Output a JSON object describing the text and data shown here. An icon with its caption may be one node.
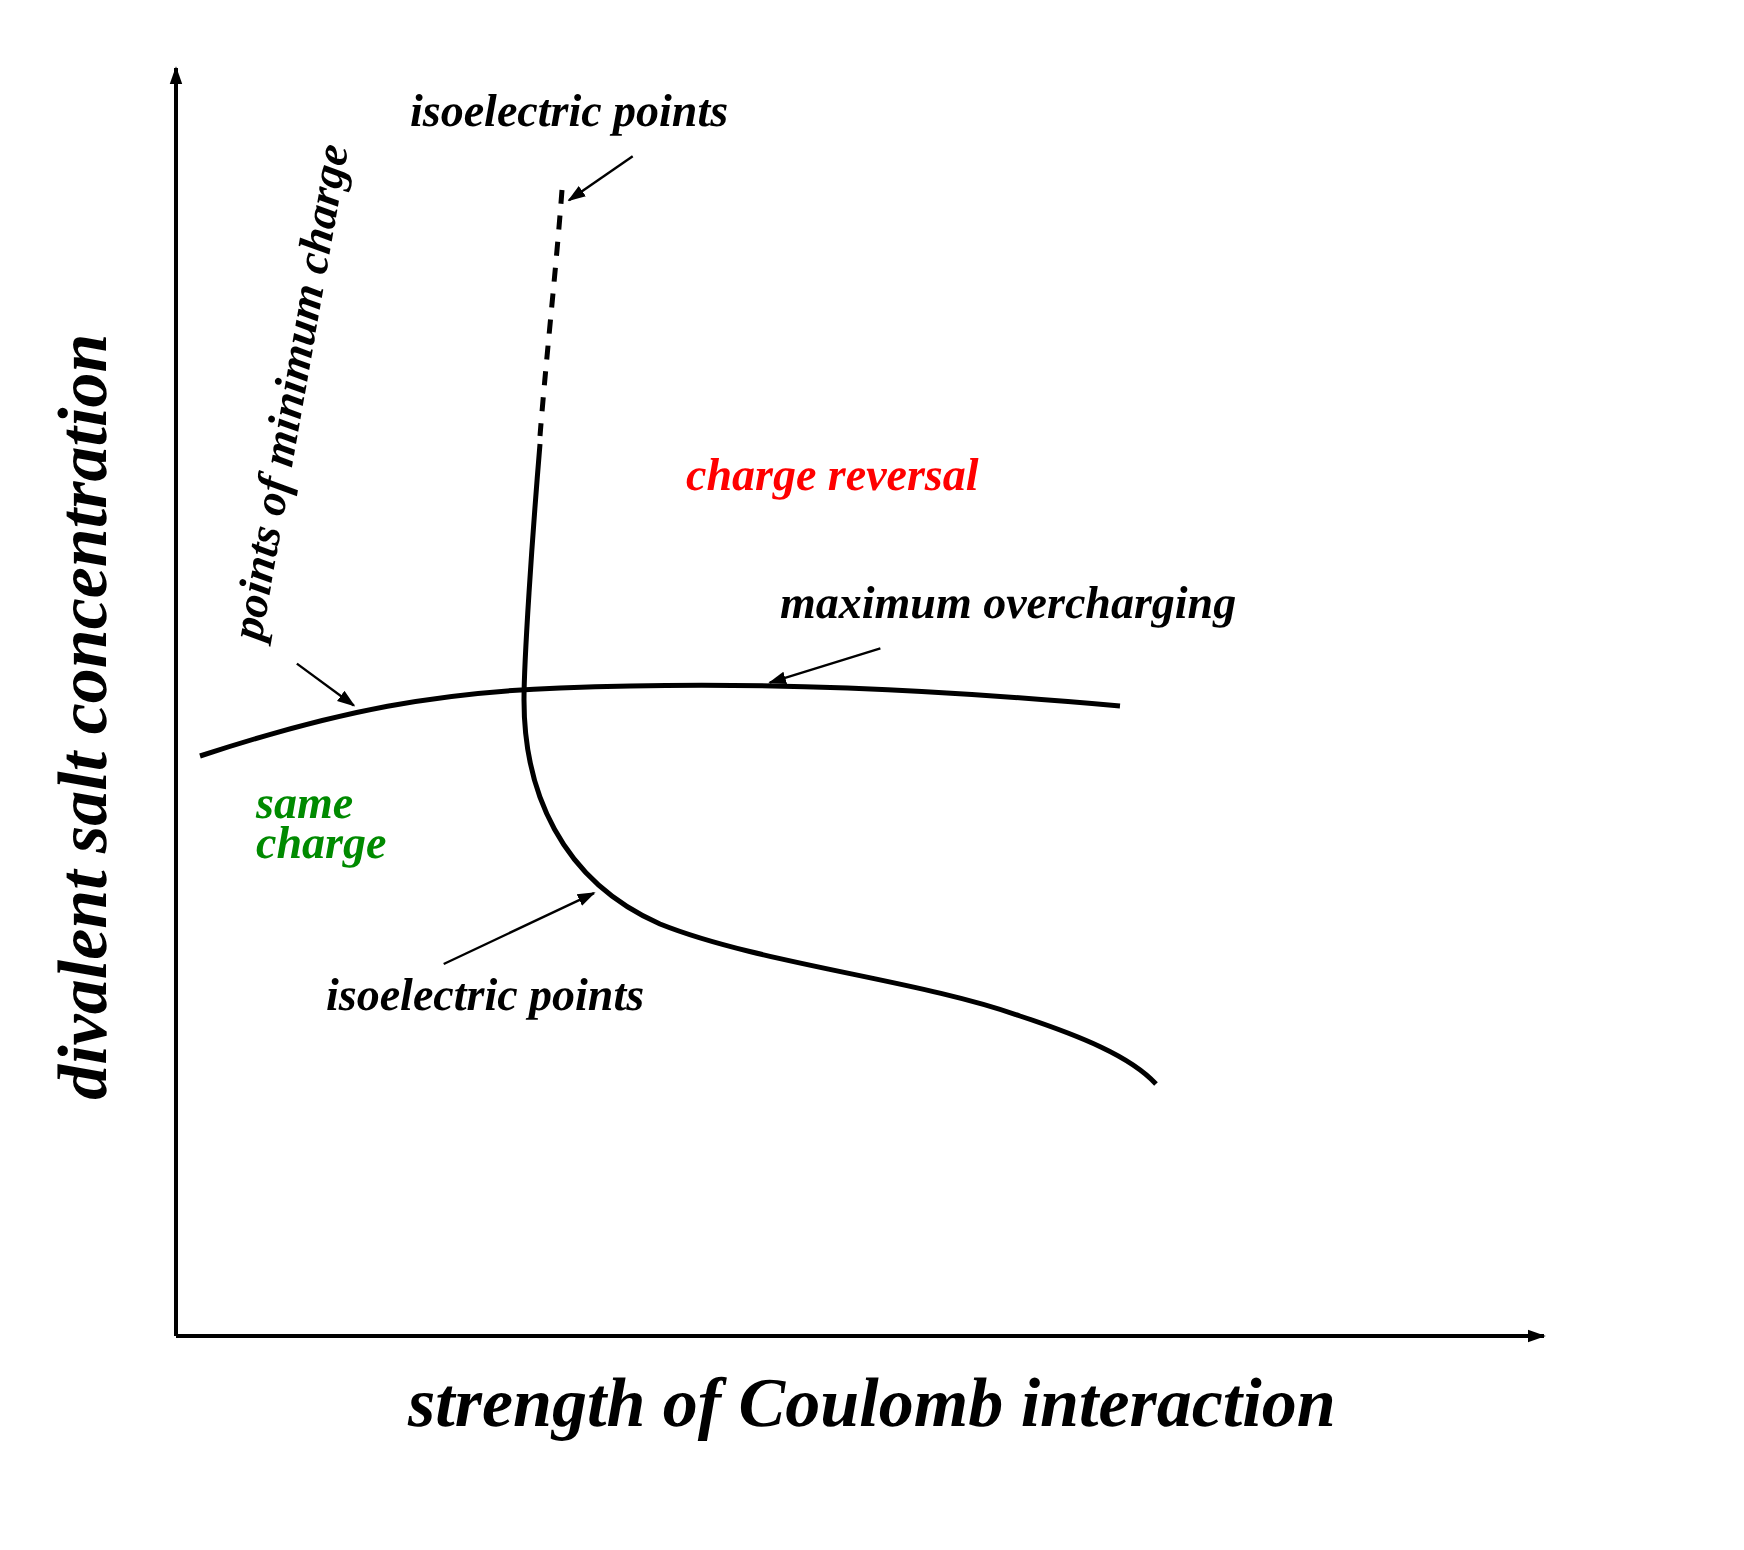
{
  "diagram": {
    "nodes": [
      {
        "text": [
          "isoelectric points"
        ]
      },
      {
        "text": [
          "points of minimum charge"
        ]
      },
      {
        "text": [
          "maximum overcharging"
        ]
      },
      {
        "text": [
          "isoelectric points"
        ]
      },
      {
        "text": [],
        "shape": "curve"
      },
      {
        "text": [],
        "shape": "curve"
      }
    ],
    "edges": [
      {
        "from": 0,
        "to": 4,
        "arrow": "to"
      },
      {
        "from": 1,
        "to": 5,
        "arrow": "to"
      },
      {
        "from": 2,
        "to": 5,
        "arrow": "to"
      },
      {
        "from": 3,
        "to": 4,
        "arrow": "to"
      }
    ],
    "labels": [
      "charge reversal",
      "same charge",
      "divalent salt concentration",
      "strength of Coulomb interaction"
    ]
  }
}
